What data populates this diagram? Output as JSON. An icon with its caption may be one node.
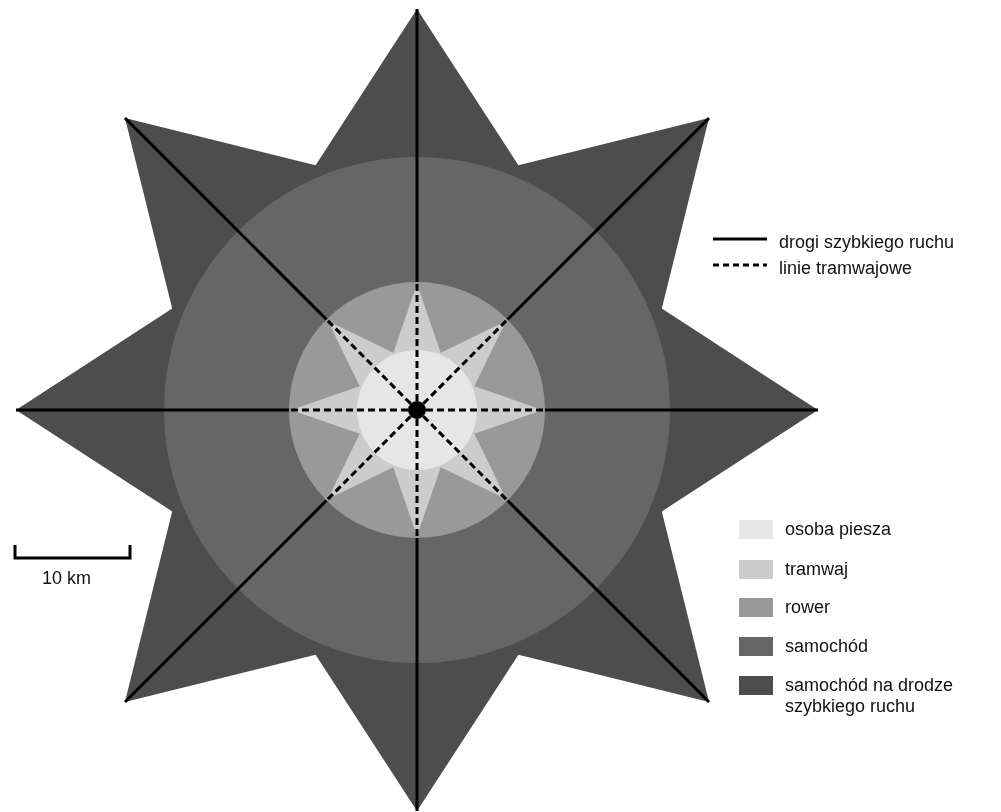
{
  "diagram": {
    "labels": [
      "10 km"
    ],
    "legend": [
      {
        "text": "drogi szybkiego ruchu"
      },
      {
        "text": "linie tramwajowe"
      },
      {
        "text": "osoba piesza",
        "color": "#e6e6e6"
      },
      {
        "text": "tramwaj",
        "color": "#cccccc"
      },
      {
        "text": "rower",
        "color": "#999999"
      },
      {
        "text": "samochód",
        "color": "#666666"
      },
      {
        "text": "samochód na drodze szybkiego ruchu",
        "color": "#4d4d4d"
      }
    ]
  }
}
